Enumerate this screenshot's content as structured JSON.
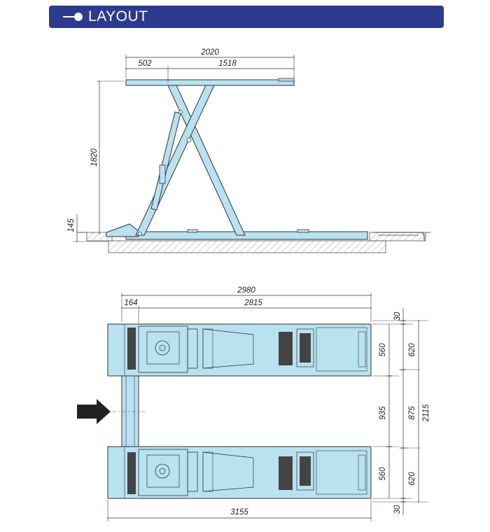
{
  "header": {
    "title": "LAYOUT",
    "accent": "#2c3b8f"
  },
  "colors": {
    "lift_fill": "#b9e2f1",
    "line": "#333333",
    "arrow": "#222222"
  },
  "side_view": {
    "dims": {
      "overall_length": "2020",
      "front_overhang": "502",
      "platform_rest": "1518",
      "max_height": "1820",
      "min_height": "145"
    }
  },
  "top_view": {
    "dims": {
      "overall_length": "2980",
      "front_offset": "164",
      "runway_length": "2815",
      "total_length": "3155",
      "edge_gap_top": "30",
      "runway_width_inner_top": "560",
      "runway_width_outer_top": "620",
      "inner_gap": "935",
      "center_gap": "875",
      "overall_width": "2115",
      "runway_width_inner_bottom": "560",
      "runway_width_outer_bottom": "620",
      "edge_gap_bottom": "30"
    },
    "arrow": "direction-arrow-icon"
  }
}
